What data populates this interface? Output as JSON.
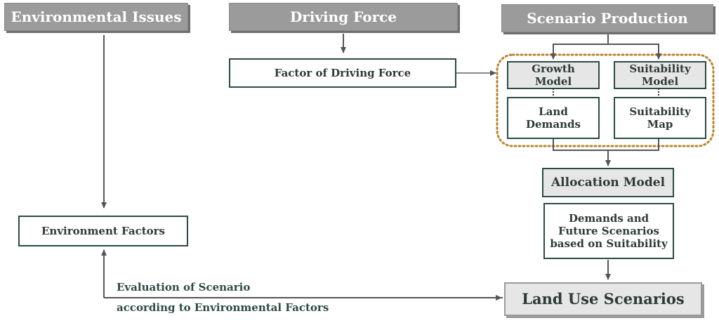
{
  "headers": {
    "environmental_issues": "Environmental Issues",
    "driving_force": "Driving Force",
    "scenario_production": "Scenario Production"
  },
  "boxes": {
    "factor_of_driving_force": "Factor of Driving Force",
    "growth_model": "Growth Model",
    "suitability_model": "Suitability Model",
    "land_demands": "Land Demands",
    "suitability_map": "Suitability Map",
    "allocation_model": "Allocation Model",
    "demands_future": "Demands and Future Scenarios based on  Suitability",
    "environment_factors": "Environment Factors",
    "land_use_scenarios": "Land Use Scenarios"
  },
  "evaluation": {
    "line1": "Evaluation of Scenario",
    "line2": "according to Environmental Factors"
  },
  "colors": {
    "header_gray": "#9b9b9b",
    "box_border": "#2b4a44",
    "dotted_group": "#b8862e",
    "arrow": "#555555"
  }
}
